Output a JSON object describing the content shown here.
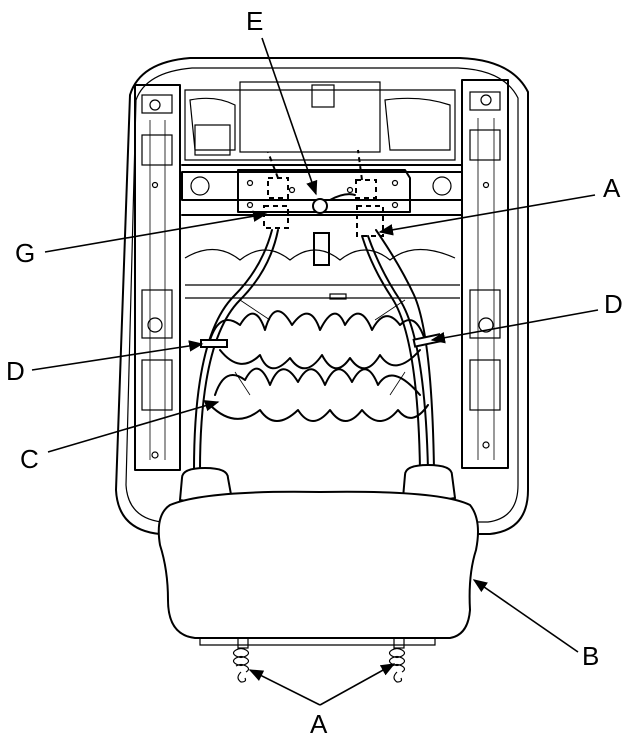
{
  "labels": {
    "E": "E",
    "A_top": "A",
    "G": "G",
    "D_left": "D",
    "D_right": "D",
    "C": "C",
    "B": "B",
    "A_bottom": "A"
  }
}
